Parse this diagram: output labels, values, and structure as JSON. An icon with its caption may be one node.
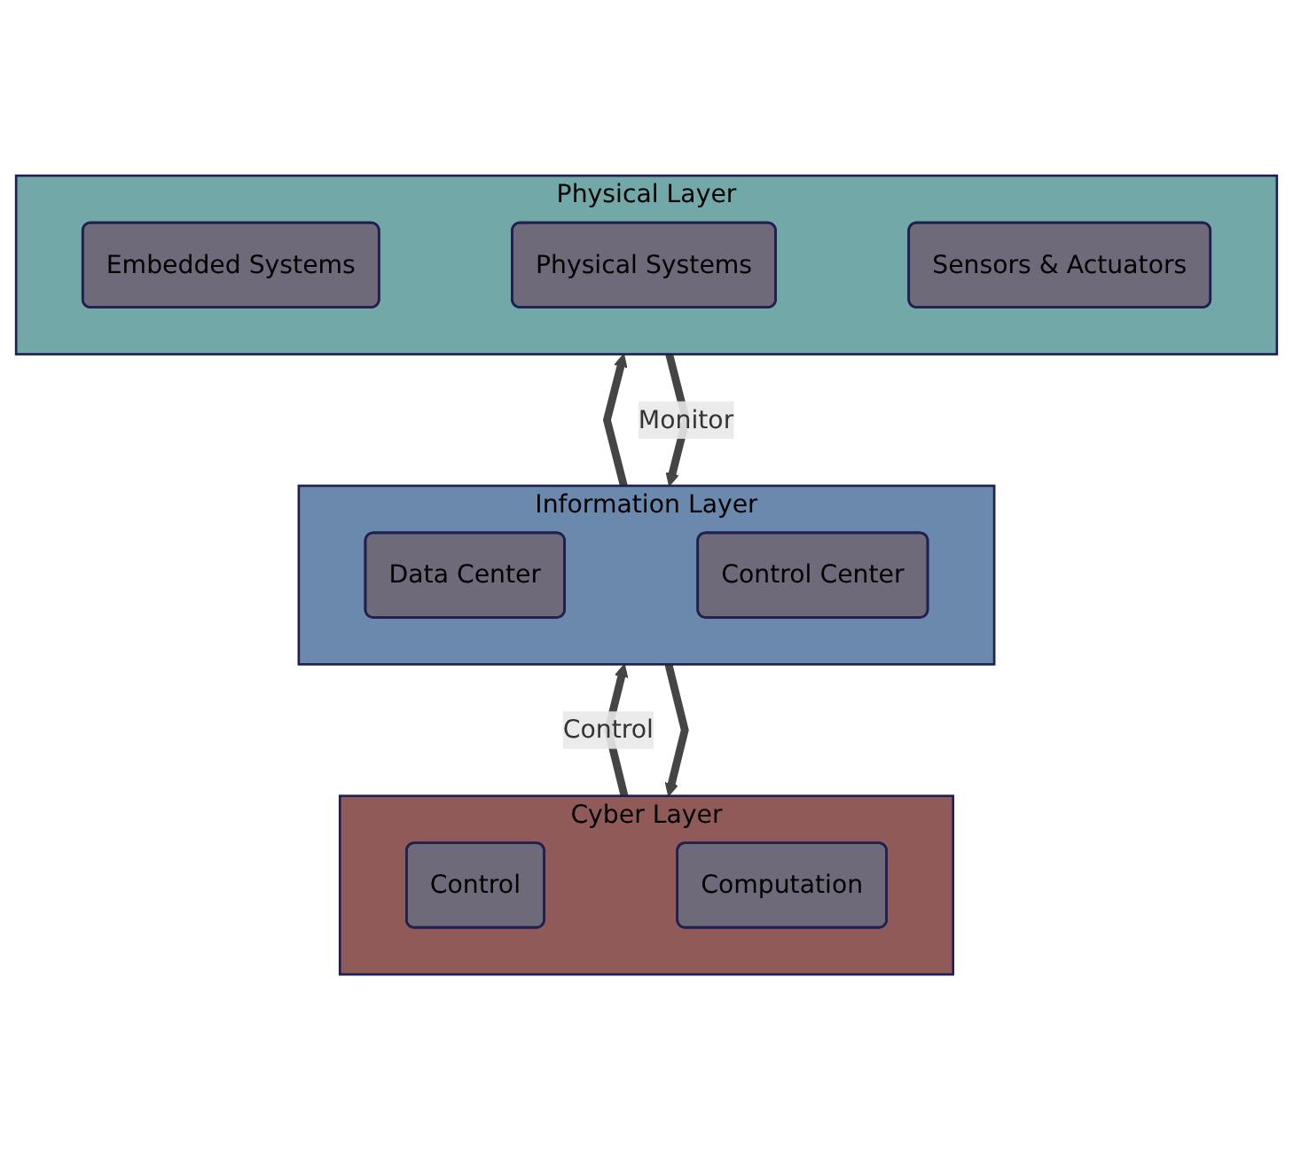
{
  "diagram": {
    "nodes": [
      {
        "text": [
          "Physical Layer"
        ]
      },
      {
        "text": [
          "Embedded Systems"
        ],
        "in": 0
      },
      {
        "text": [
          "Physical Systems"
        ],
        "in": 0
      },
      {
        "text": [
          "Sensors & Actuators"
        ],
        "in": 0
      },
      {
        "text": [
          "Information Layer"
        ]
      },
      {
        "text": [
          "Data Center"
        ],
        "in": 4
      },
      {
        "text": [
          "Control Center"
        ],
        "in": 4
      },
      {
        "text": [
          "Cyber Layer"
        ]
      },
      {
        "text": [
          "Control"
        ],
        "in": 7
      },
      {
        "text": [
          "Computation"
        ],
        "in": 7
      }
    ],
    "edges": [
      {
        "from": 4,
        "to": 0,
        "arrow": "to"
      },
      {
        "from": 0,
        "to": 4,
        "arrow": "to",
        "label": "Monitor"
      },
      {
        "from": 7,
        "to": 4,
        "arrow": "to",
        "label": "Control"
      },
      {
        "from": 4,
        "to": 7,
        "arrow": "to"
      }
    ]
  }
}
